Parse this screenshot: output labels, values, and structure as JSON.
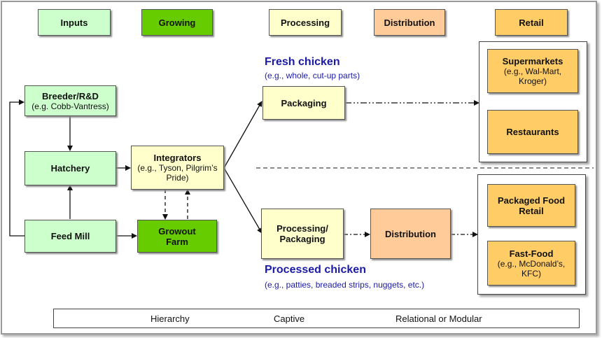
{
  "headers": {
    "inputs": "Inputs",
    "growing": "Growing",
    "processing": "Processing",
    "distribution": "Distribution",
    "retail": "Retail"
  },
  "nodes": {
    "breeder": {
      "title": "Breeder/R&D",
      "detail": "(e.g. Cobb-Vantress)"
    },
    "hatchery": {
      "title": "Hatchery"
    },
    "feed_mill": {
      "title": "Feed Mill"
    },
    "integrators": {
      "title": "Integrators",
      "detail": "(e.g., Tyson, Pilgrim’s Pride)"
    },
    "growout_farm": {
      "title": "Growout Farm"
    },
    "packaging": {
      "title": "Packaging"
    },
    "processing_packaging": {
      "title": "Processing/ Packaging"
    },
    "distribution": {
      "title": "Distribution"
    },
    "supermarkets": {
      "title": "Supermarkets",
      "detail": "(e.g., Wal-Mart, Kroger)"
    },
    "restaurants": {
      "title": "Restaurants"
    },
    "packaged_food_retail": {
      "title": "Packaged Food Retail"
    },
    "fast_food": {
      "title": "Fast-Food",
      "detail": "(e.g., McDonald’s, KFC)"
    }
  },
  "sections": {
    "fresh": {
      "title": "Fresh chicken",
      "detail": "(e.g., whole, cut-up parts)"
    },
    "processed": {
      "title": "Processed chicken",
      "detail": "(e.g., patties, breaded strips, nuggets, etc.)"
    }
  },
  "legend": {
    "hierarchy": "Hierarchy",
    "captive": "Captive",
    "relational": "Relational or Modular"
  },
  "colors": {
    "inputs": "#ccffcc",
    "growing": "#66cc00",
    "processing": "#ffffcc",
    "distribution": "#ffcc99",
    "retail": "#ffcc66",
    "section_text": "#1a1aa6"
  }
}
